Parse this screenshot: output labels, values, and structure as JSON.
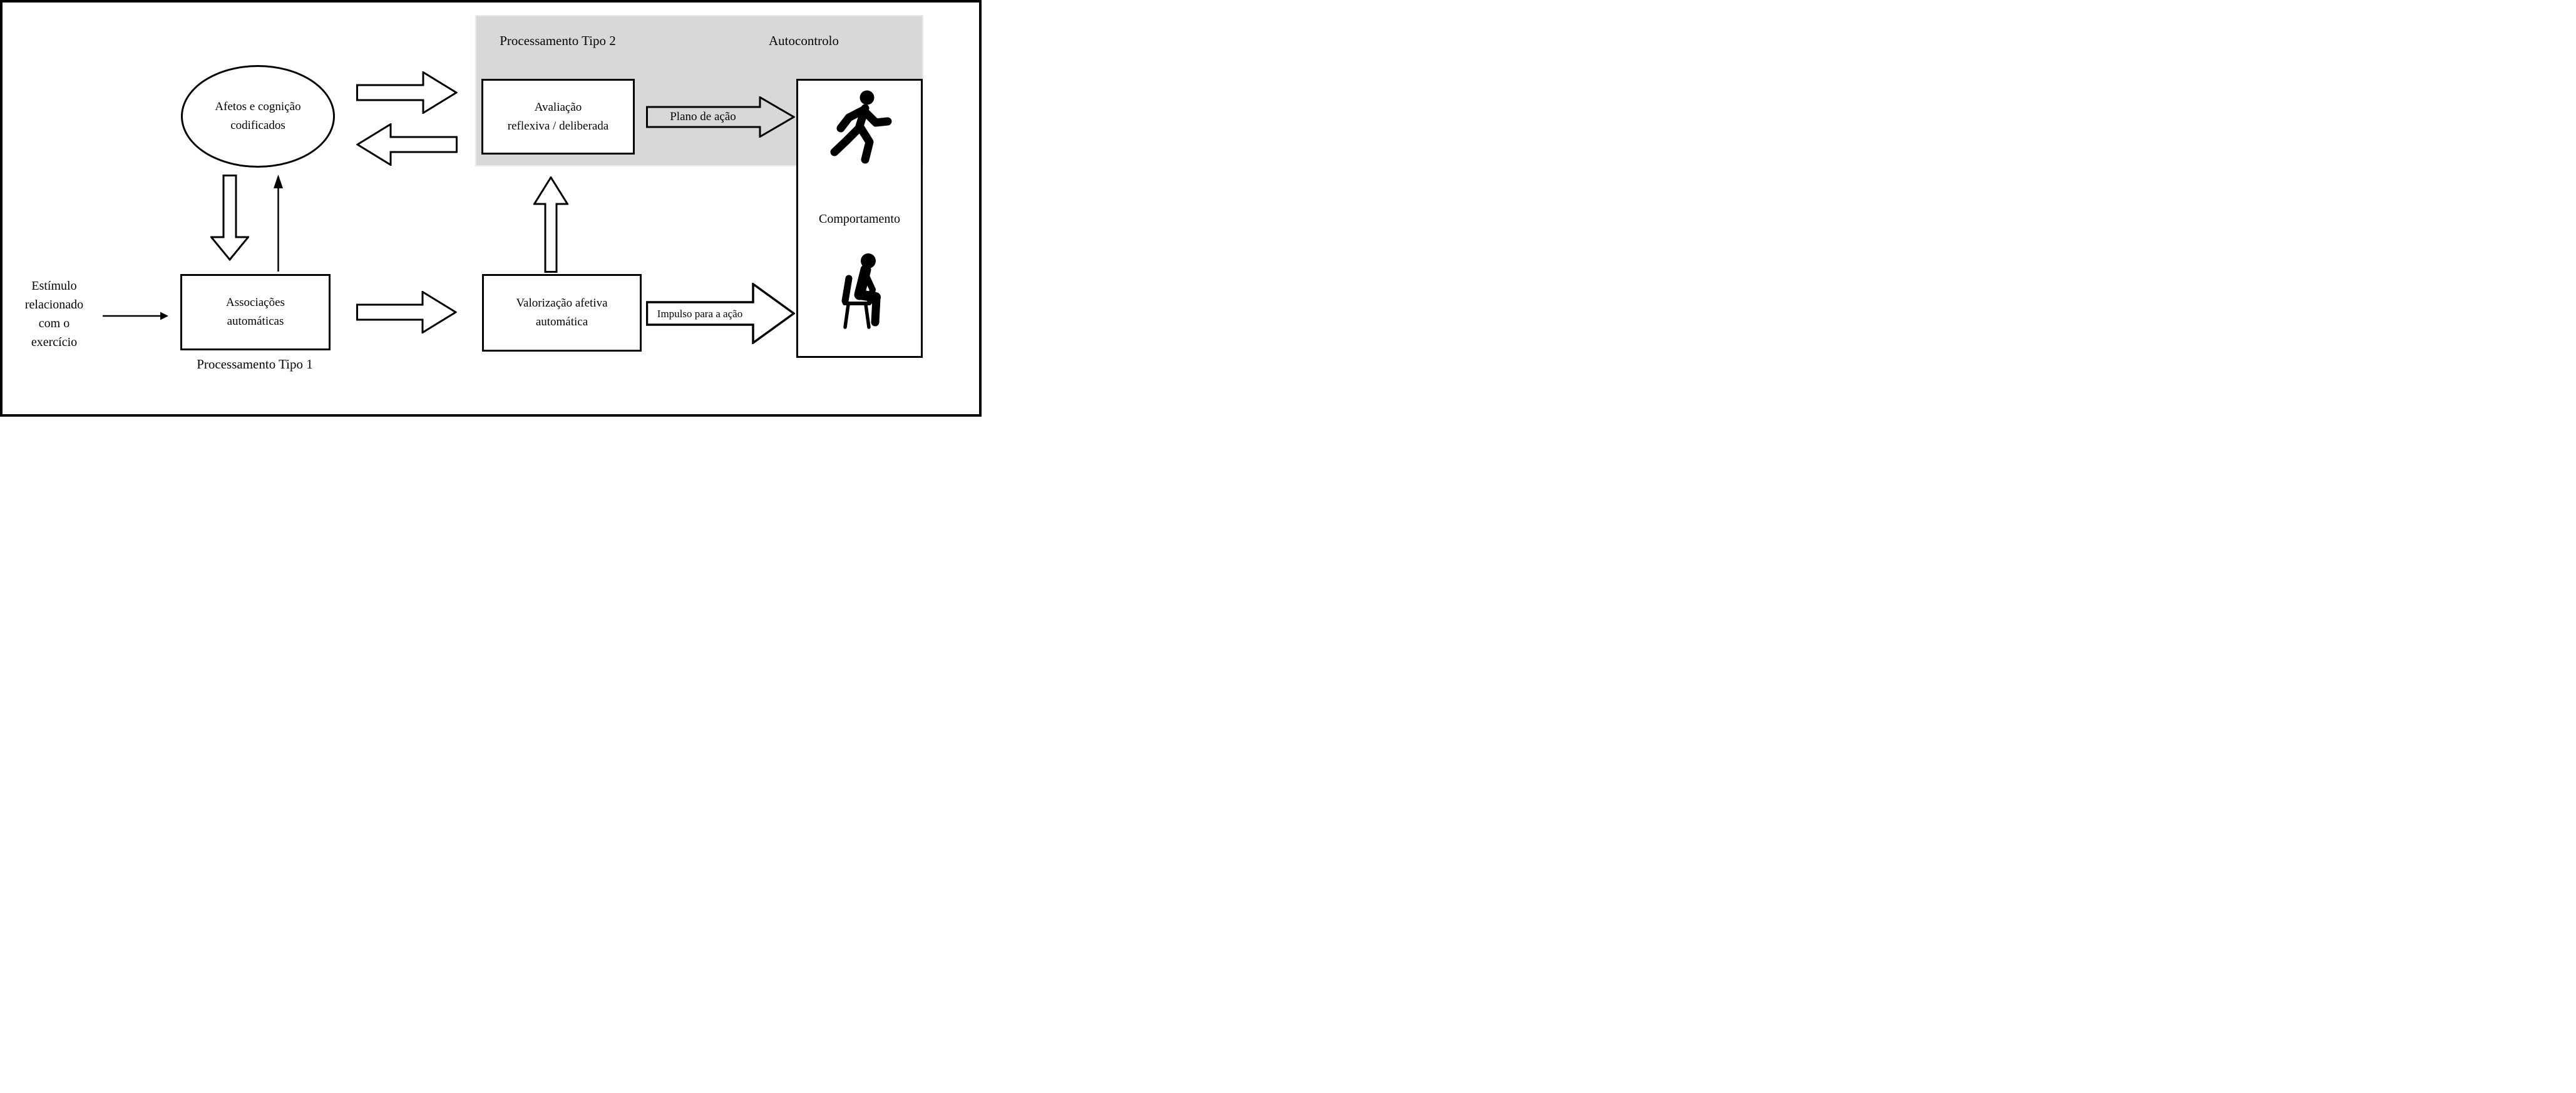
{
  "labels": {
    "processamento_tipo_2": "Processamento Tipo 2",
    "autocontrolo": "Autocontrolo",
    "processamento_tipo_1": "Processamento Tipo 1"
  },
  "stimulus": {
    "line1": "Estímulo",
    "line2": "relacionado",
    "line3": "com o",
    "line4": "exercício"
  },
  "ellipse_node": {
    "line1": "Afetos e cognição",
    "line2": "codificados"
  },
  "avaliacao_node": {
    "line1": "Avaliação",
    "line2": "reflexiva / deliberada"
  },
  "associacoes_node": {
    "line1": "Associações",
    "line2": "automáticas"
  },
  "valorizacao_node": {
    "line1": "Valorização afetiva",
    "line2": "automática"
  },
  "comportamento_node": {
    "label": "Comportamento"
  },
  "arrow_labels": {
    "plano": "Plano de ação",
    "impulso": "Impulso para a ação"
  },
  "icons": {
    "walking": "walking-person-icon",
    "sitting": "sitting-person-icon"
  },
  "colors": {
    "background": "#ffffff",
    "outline": "#000000",
    "panel_gray": "#d8d8d8"
  }
}
